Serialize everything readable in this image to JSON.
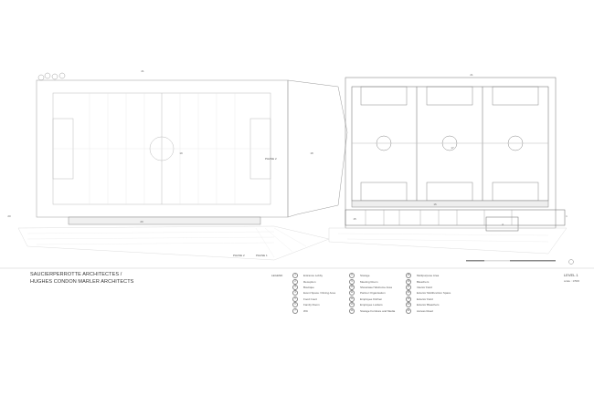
{
  "firm": {
    "line1": "SAUCIERPERROTTE ARCHITECTES /",
    "line2": "HUGHES CONDON MARLER ARCHITECTS"
  },
  "legend": {
    "title": "LEGEND",
    "items": [
      {
        "n": "1",
        "label": "Entrance Lobby"
      },
      {
        "n": "2",
        "label": "Reception"
      },
      {
        "n": "3",
        "label": "Boutique"
      },
      {
        "n": "4",
        "label": "Event Space / Dining Area"
      },
      {
        "n": "5",
        "label": "Food Court"
      },
      {
        "n": "6",
        "label": "Family Room"
      },
      {
        "n": "7",
        "label": "WC"
      },
      {
        "n": "8",
        "label": "Storage"
      },
      {
        "n": "9",
        "label": "Meeting Room"
      },
      {
        "n": "10",
        "label": "Showcase/ Welcome Area"
      },
      {
        "n": "11",
        "label": "Partner Organisation"
      },
      {
        "n": "12",
        "label": "Employee Kitchen"
      },
      {
        "n": "13",
        "label": "Employee Lockers"
      },
      {
        "n": "14",
        "label": "Storage Furniture and Media"
      },
      {
        "n": "15",
        "label": "Multipurpose Area"
      },
      {
        "n": "16",
        "label": "Bleachers"
      },
      {
        "n": "17",
        "label": "Interior Field"
      },
      {
        "n": "18",
        "label": "Exterior Multifunction Space"
      },
      {
        "n": "19",
        "label": "Exterior Field"
      },
      {
        "n": "20",
        "label": "Exterior Bleachers"
      },
      {
        "n": "21",
        "label": "Access Road"
      }
    ]
  },
  "level": {
    "title": "LEVEL 1",
    "scale": "scale : 1/500"
  },
  "phases": {
    "phase2_plan": "PHASE 2",
    "phase2": "PHASE 2",
    "phase1": "PHASE 1"
  },
  "plan_tags": {
    "t21a": "21",
    "t21b": "21",
    "t19": "19",
    "t18": "18",
    "t17": "17",
    "t16": "16",
    "t20a": "20",
    "t20b": "20",
    "t1": "1",
    "t4": "4",
    "t15": "15"
  }
}
